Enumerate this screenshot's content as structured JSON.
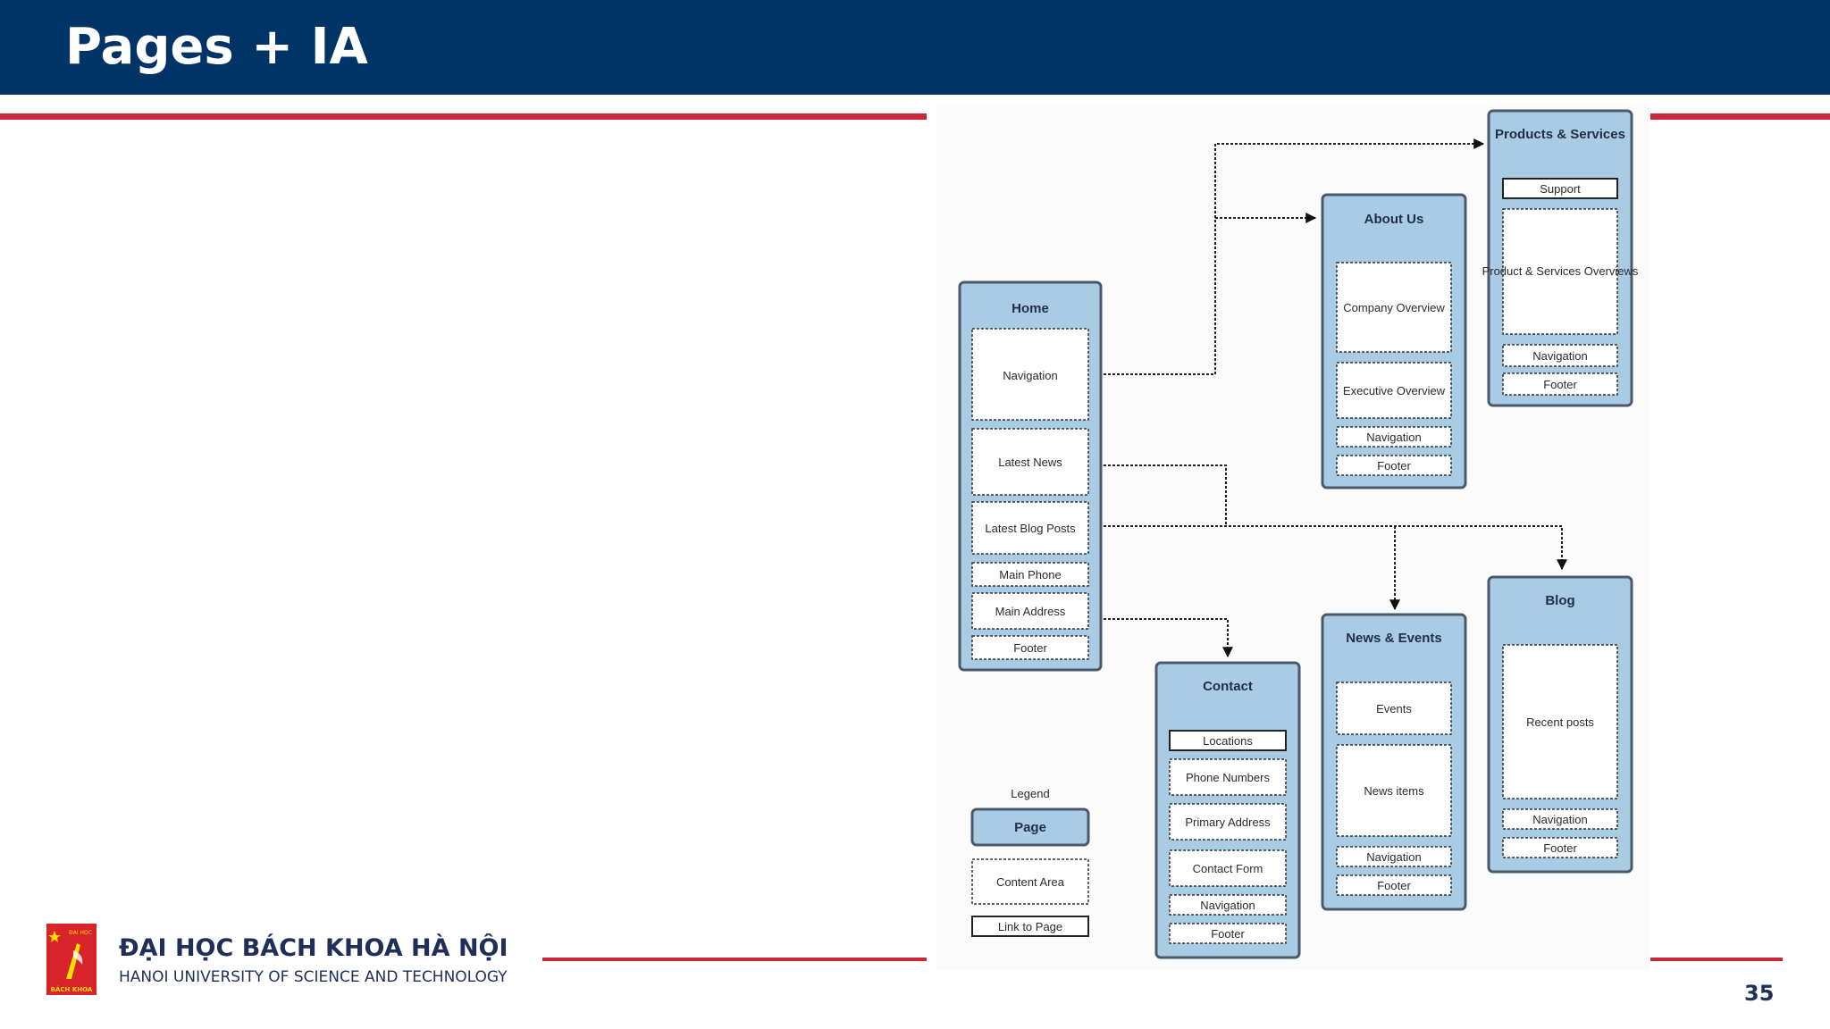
{
  "slide": {
    "title": "Pages + IA",
    "page_number": "35"
  },
  "university": {
    "name": "ĐẠI HỌC BÁCH KHOA HÀ NỘI",
    "subtitle": "HANOI UNIVERSITY OF SCIENCE AND TECHNOLOGY",
    "logo_top_text": "ĐẠI HỌC",
    "logo_bottom_text": "BÁCH KHOA"
  },
  "colors": {
    "header_bg": "#003366",
    "accent_red": "#c8283a",
    "page_fill": "#a9cbe4",
    "page_border": "#4a5a6a"
  },
  "diagram": {
    "pages": {
      "home": {
        "title": "Home",
        "areas": [
          "Navigation",
          "Latest News",
          "Latest Blog Posts",
          "Main Phone",
          "Main Address",
          "Footer"
        ]
      },
      "products": {
        "title": "Products & Services",
        "areas": [
          "Support",
          "Product & Services Overviews",
          "Navigation",
          "Footer"
        ]
      },
      "about": {
        "title": "About Us",
        "areas": [
          "Company Overview",
          "Executive Overview",
          "Navigation",
          "Footer"
        ]
      },
      "contact": {
        "title": "Contact",
        "areas": [
          "Locations",
          "Phone Numbers",
          "Primary Address",
          "Contact Form",
          "Navigation",
          "Footer"
        ]
      },
      "news": {
        "title": "News & Events",
        "areas": [
          "Events",
          "News items",
          "Navigation",
          "Footer"
        ]
      },
      "blog": {
        "title": "Blog",
        "areas": [
          "Recent posts",
          "Navigation",
          "Footer"
        ]
      }
    },
    "legend": {
      "title": "Legend",
      "page": "Page",
      "content_area": "Content Area",
      "link_to_page": "Link to Page"
    }
  }
}
